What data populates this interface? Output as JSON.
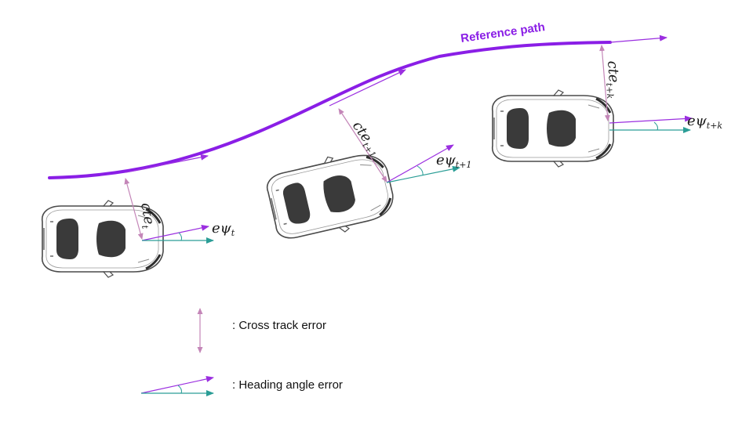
{
  "diagram": {
    "path_label": "Reference path",
    "colors": {
      "path": "#8a1ee6",
      "heading": "#9b2fe0",
      "cte": "#c486b8",
      "car_axis": "#2a9d96",
      "car_body": "#ffffff",
      "car_window": "#3a3a3a",
      "car_outline": "#444444"
    },
    "cars": [
      {
        "id": "t",
        "cte_label": "cte",
        "cte_sub": "t",
        "epsi_label": "eψ",
        "epsi_sub": "t"
      },
      {
        "id": "t1",
        "cte_label": "cte",
        "cte_sub": "t+1",
        "epsi_label": "eψ",
        "epsi_sub": "t+1"
      },
      {
        "id": "tk",
        "cte_label": "cte",
        "cte_sub": "t+k",
        "epsi_label": "eψ",
        "epsi_sub": "t+k"
      }
    ],
    "legend": {
      "cross_track": ": Cross track error",
      "heading": ": Heading angle error"
    }
  }
}
